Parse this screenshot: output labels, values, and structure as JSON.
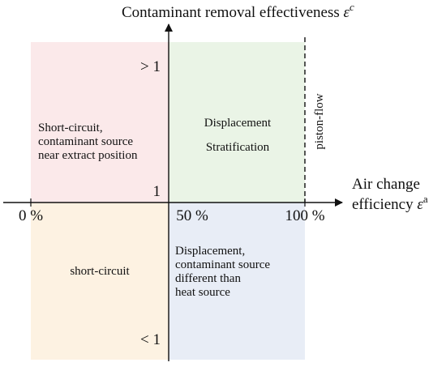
{
  "colors": {
    "top_left": "#fbe9ea",
    "top_right": "#eaf4e6",
    "bottom_left": "#fdf2e2",
    "bottom_right": "#e8edf6",
    "axis": "#111111",
    "text": "#111111"
  },
  "axes": {
    "y_title_text": "Contaminant removal effectiveness ",
    "y_title_symbol": "ε",
    "y_title_superscript": "c",
    "x_title_line1": "Air change",
    "x_title_line2_text": "efficiency ",
    "x_title_symbol": "ε",
    "x_title_superscript": "a",
    "y_tick_gt1": "> 1",
    "y_tick_1": "1",
    "y_tick_lt1": "< 1",
    "x_tick_0": "0 %",
    "x_tick_50": "50 %",
    "x_tick_100": "100 %"
  },
  "piston_flow_label": "piston-flow",
  "regions": {
    "top_left": [
      "Short-circuit,",
      "contaminant source",
      "near extract position"
    ],
    "top_right": [
      "Displacement",
      "Stratification"
    ],
    "bottom_left": [
      "short-circuit"
    ],
    "bottom_right": [
      "Displacement,",
      "contaminant source",
      "different than",
      "heat source"
    ]
  }
}
